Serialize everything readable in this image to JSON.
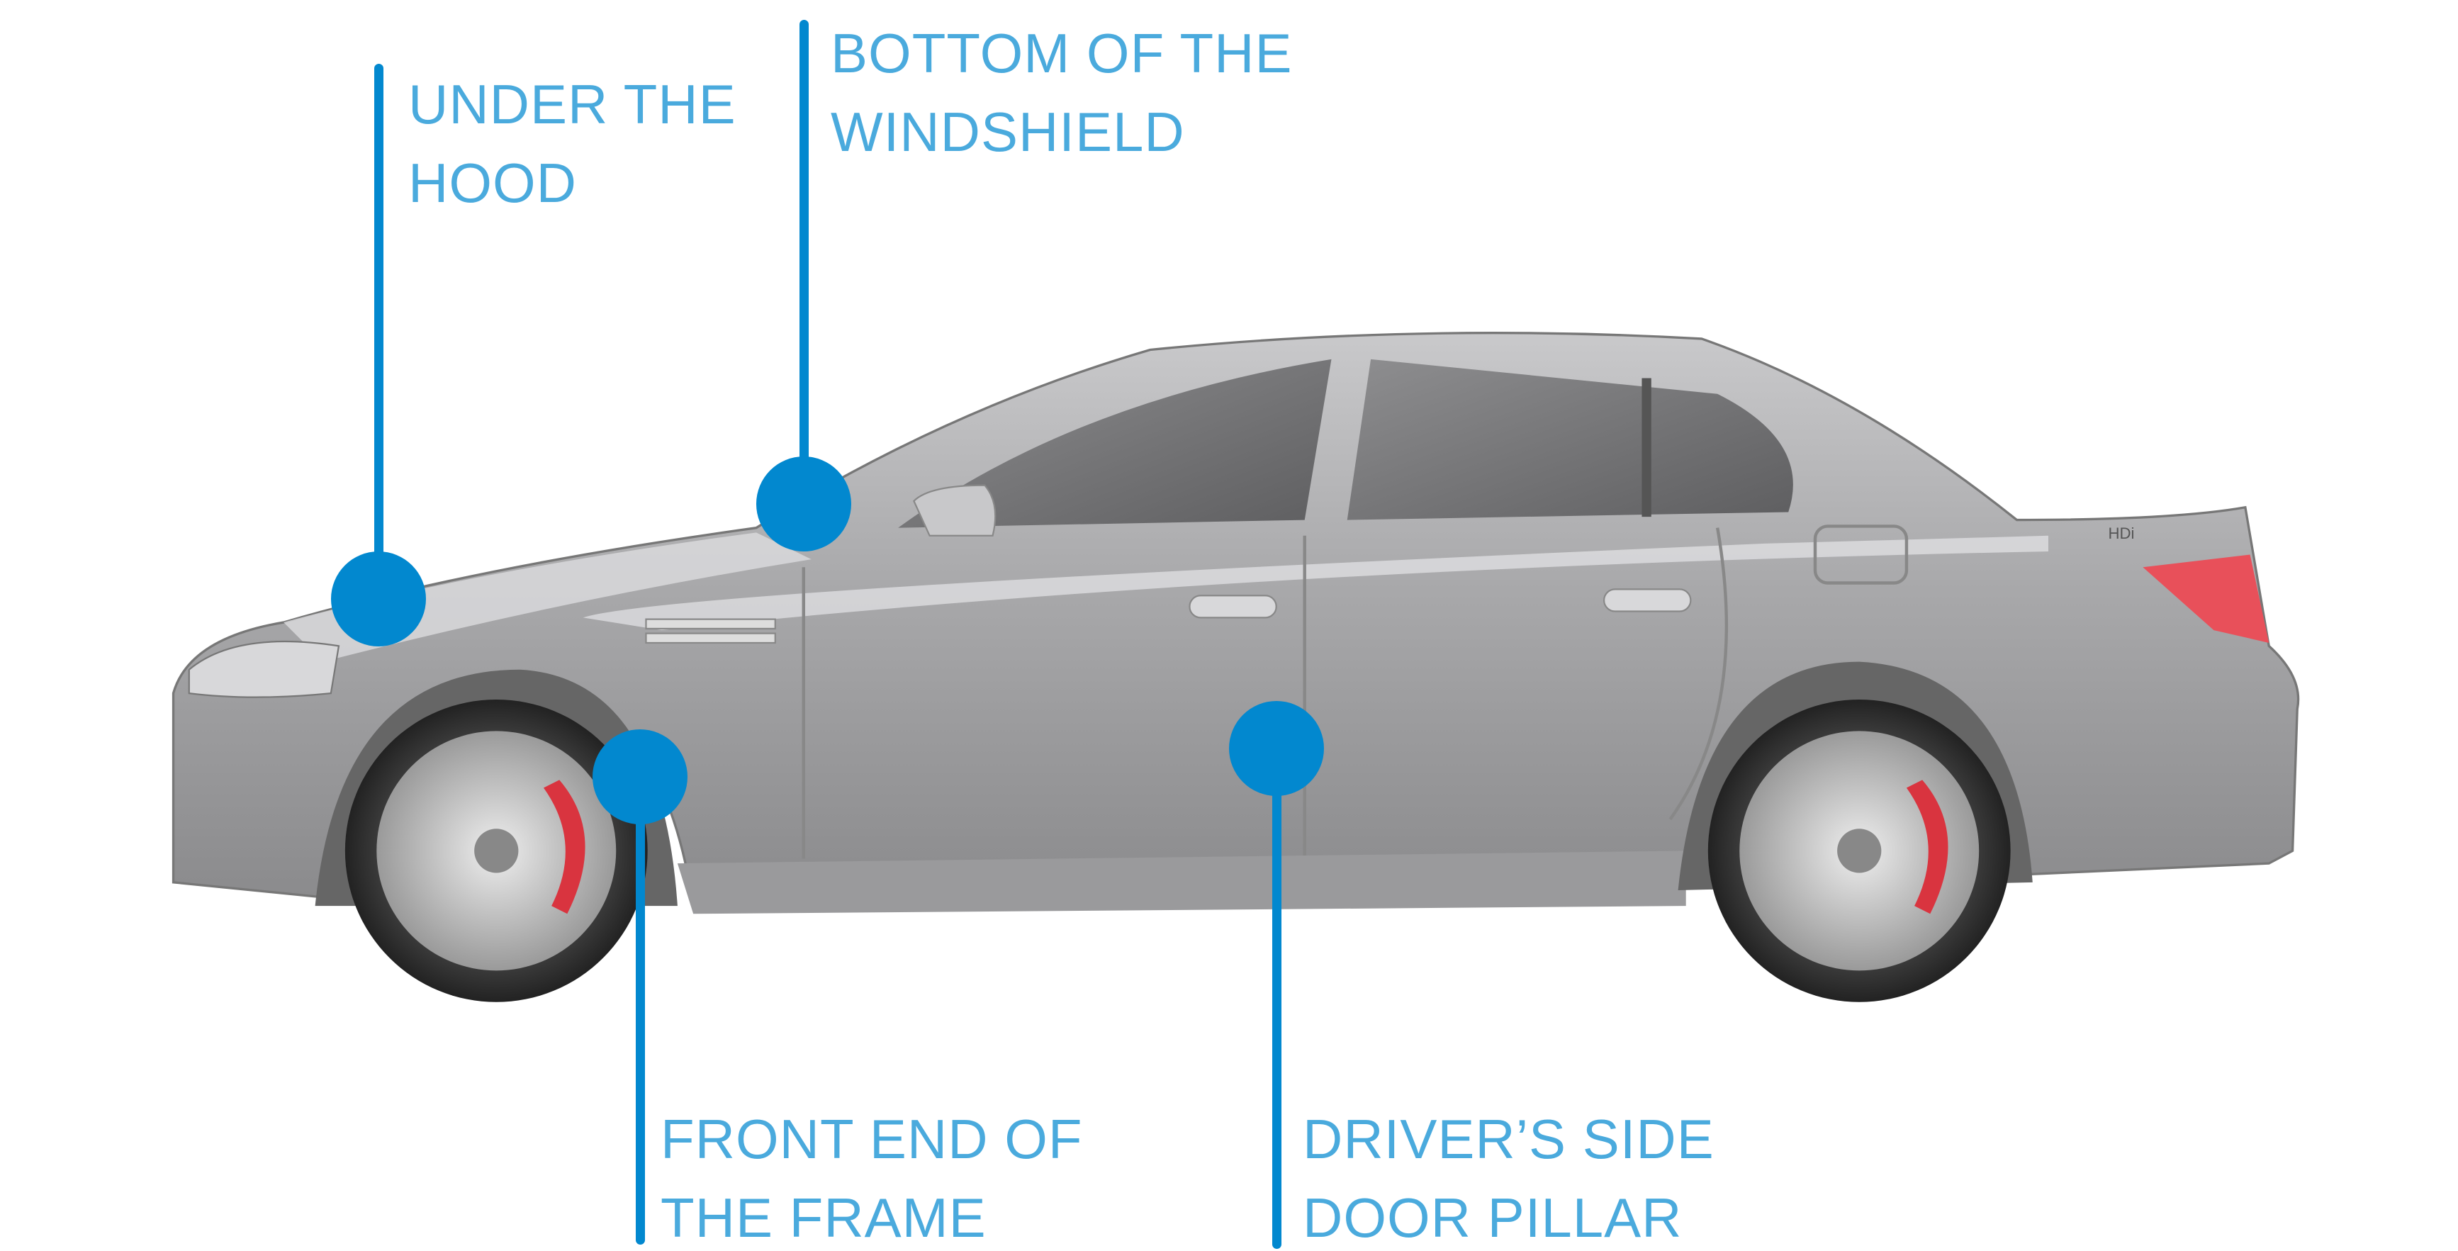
{
  "title": "Car diagram: locations to check",
  "colors": {
    "accent_line": "#0288cf",
    "label_text": "#4aaadd",
    "car_body": "#a9a9ab",
    "brake_caliper": "#d9343f",
    "tail_light": "#e8505a"
  },
  "callouts": [
    {
      "id": "under-the-hood",
      "lines": [
        "UNDER THE",
        "HOOD"
      ]
    },
    {
      "id": "bottom-of-windshield",
      "lines": [
        "BOTTOM OF THE",
        "WINDSHIELD"
      ]
    },
    {
      "id": "front-end-of-frame",
      "lines": [
        "FRONT END OF",
        "THE FRAME"
      ]
    },
    {
      "id": "drivers-side-door-pillar",
      "lines": [
        "DRIVER’S SIDE",
        "DOOR PILLAR"
      ]
    }
  ],
  "car": {
    "badge": "HDi"
  }
}
